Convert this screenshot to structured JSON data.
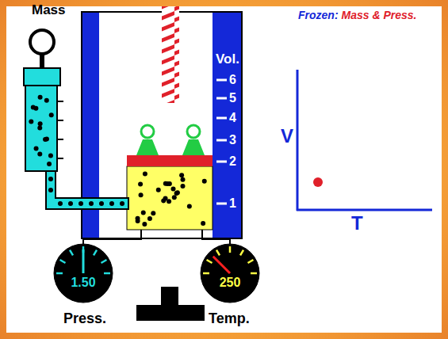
{
  "diagram": {
    "nodes": [
      {
        "text": [
          "1.50"
        ]
      },
      {
        "text": [
          "250"
        ]
      }
    ],
    "labels": [
      "Mass",
      "Vol.",
      "6",
      "5",
      "4",
      "3",
      "2",
      "1",
      "Frozen:",
      "Mass & Press.",
      "V",
      "T",
      "Press.",
      "Temp."
    ]
  }
}
